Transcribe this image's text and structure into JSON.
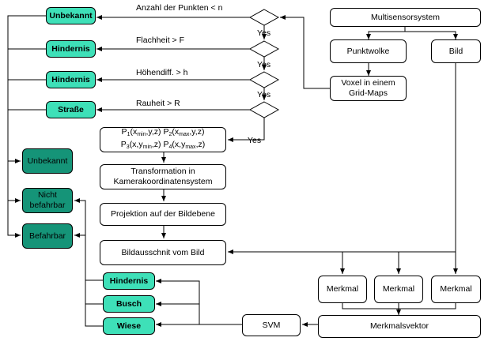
{
  "nodes": {
    "multisensor": "Multisensorsystem",
    "punktwolke": "Punktwolke",
    "bild": "Bild",
    "voxel_line1": "Voxel in einem",
    "voxel_line2": "Grid-Maps",
    "transformation_line1": "Transformation in",
    "transformation_line2": "Kamerakoordinatensystem",
    "projektion": "Projektion auf der Bildebene",
    "bildausschnitt": "Bildausschnit vom Bild",
    "merkmal_1": "Merkmal",
    "merkmal_2": "Merkmal",
    "merkmal_3": "Merkmal",
    "merkmalsvektor": "Merkmalsvektor",
    "svm": "SVM",
    "out_unbekannt_top": "Unbekannt",
    "out_hindernis_1": "Hindernis",
    "out_hindernis_2": "Hindernis",
    "out_strasse": "Straße",
    "res_unbekannt": "Unbekannt",
    "res_nicht_line1": "Nicht",
    "res_nicht_line2": "befahrbar",
    "res_befahrbar": "Befahrbar",
    "cls_hindernis": "Hindernis",
    "cls_busch": "Busch",
    "cls_wiese": "Wiese"
  },
  "points_box": {
    "p1": "P",
    "p1_idx": "1",
    "p1_a": "(x",
    "p1_a_sub": "min",
    "p1_b": ",y,z) ",
    "p2": "P",
    "p2_idx": "2",
    "p2_a": "(x",
    "p2_a_sub": "max",
    "p2_b": ",y,z)",
    "p3": "P",
    "p3_idx": "3",
    "p3_a": "(x,y",
    "p3_a_sub": "min",
    "p3_b": ",z) ",
    "p4": "P",
    "p4_idx": "4",
    "p4_a": "(x,y",
    "p4_a_sub": "max",
    "p4_b": ",z)"
  },
  "edge_labels": {
    "cond_anzahl": "Anzahl der Punkten < n",
    "cond_flachheit": "Flachheit > F",
    "cond_hoehe": "Höhendiff. > h",
    "cond_rauheit": "Rauheit > R",
    "yes_1": "Yes",
    "yes_2": "Yes",
    "yes_3": "Yes",
    "yes_4": "Yes"
  }
}
